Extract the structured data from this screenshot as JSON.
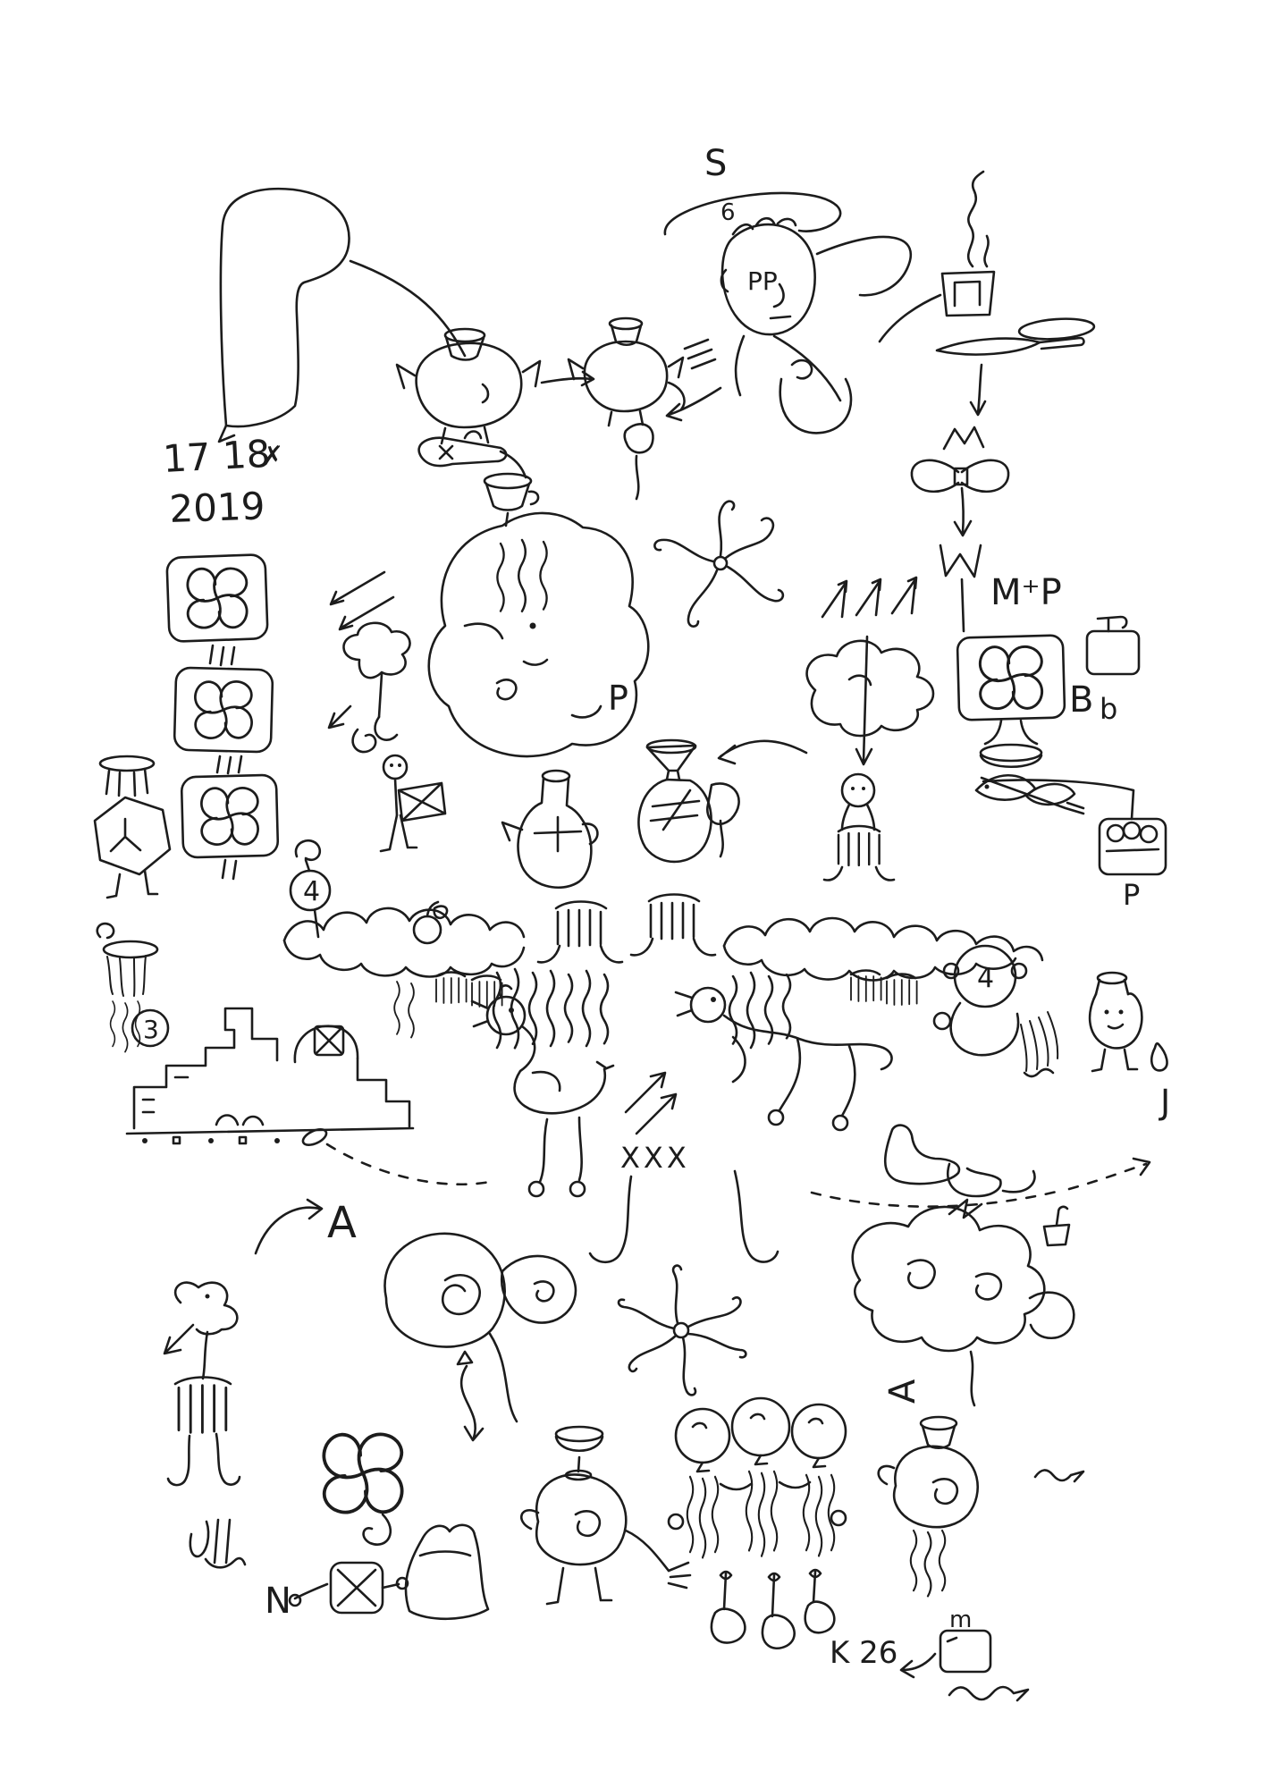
{
  "artwork": {
    "type": "hand-drawn abstract ink doodle on white paper",
    "ink_color": "#1c1c1c",
    "paper_color": "#ffffff",
    "inscriptions": {
      "date_line1": "17 18",
      "date_mark": "✗",
      "date_line2": "2019",
      "letter_s": "S",
      "digit_6": "6",
      "letters_pp": "PP",
      "letters_m_plus_p": "M⁺P",
      "letter_b_upper": "B",
      "letter_b_lower": "b",
      "letter_p_center": "P",
      "letter_p_right": "P",
      "circled_4": "4",
      "circled_3": "3",
      "figure_4": "4",
      "xxx": "XXX",
      "letter_j": "J",
      "letter_a": "A",
      "letter_a_rotated": "A",
      "letter_n": "N",
      "signature": "K 26",
      "letter_m_small": "m"
    }
  }
}
